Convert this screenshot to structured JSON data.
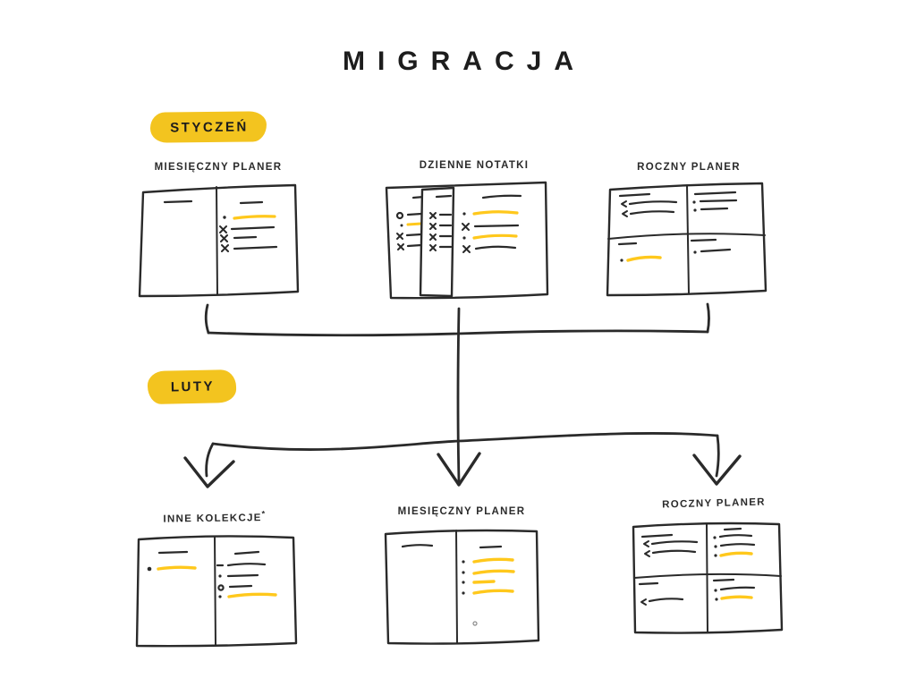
{
  "title": "MIGRACJA",
  "colors": {
    "background": "#ffffff",
    "ink": "#2a2a2a",
    "badge_yellow": "#f3c41f",
    "highlight_yellow": "#ffc81c"
  },
  "badges": {
    "january": "STYCZEŃ",
    "february": "LUTY"
  },
  "top_row": {
    "notebooks": [
      {
        "label": "MIESIĘCZNY PLANER",
        "type": "open-notebook"
      },
      {
        "label": "DZIENNE NOTATKI",
        "type": "stacked-pages"
      },
      {
        "label": "ROCZNY PLANER",
        "type": "quad-grid-notebook"
      }
    ]
  },
  "bottom_row": {
    "notebooks": [
      {
        "label": "INNE KOLEKCJE",
        "superscript": "*",
        "type": "open-notebook"
      },
      {
        "label": "MIESIĘCZNY PLANER",
        "type": "open-notebook"
      },
      {
        "label": "ROCZNY PLANER",
        "type": "quad-grid-notebook"
      }
    ]
  }
}
